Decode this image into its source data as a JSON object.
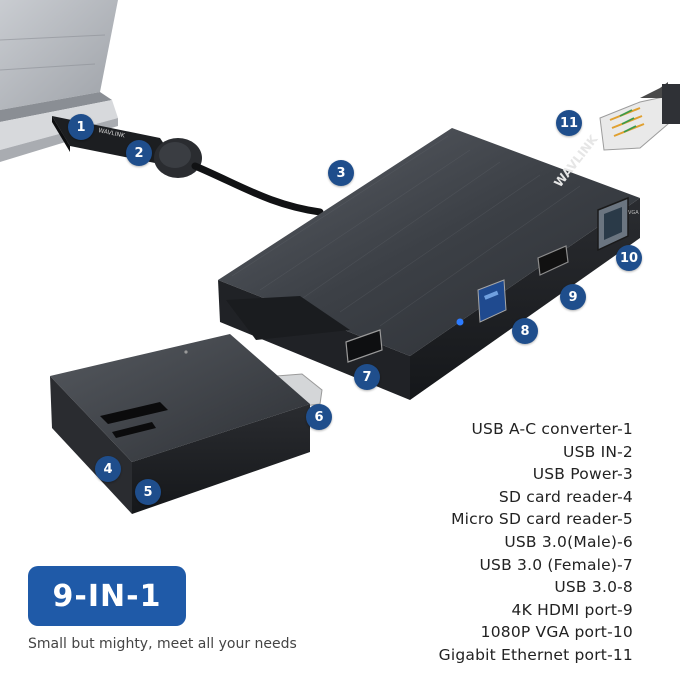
{
  "product": {
    "brand_logo": "WAVLINK",
    "device_vga_label": "VGA",
    "badge": "9-IN-1",
    "tagline": "Small but mighty, meet all your needs"
  },
  "callouts": [
    "1",
    "2",
    "3",
    "4",
    "5",
    "6",
    "7",
    "8",
    "9",
    "10",
    "11"
  ],
  "features": [
    "USB A-C converter-1",
    "USB IN-2",
    "USB Power-3",
    "SD card reader-4",
    "Micro SD card reader-5",
    "USB 3.0(Male)-6",
    "USB 3.0 (Female)-7",
    "USB 3.0-8",
    "4K HDMI port-9",
    "1080P VGA port-10",
    "Gigabit Ethernet port-11"
  ],
  "colors": {
    "callout": "#1f4e8c",
    "badge": "#1f5aa8",
    "device": "#3a3d42"
  }
}
